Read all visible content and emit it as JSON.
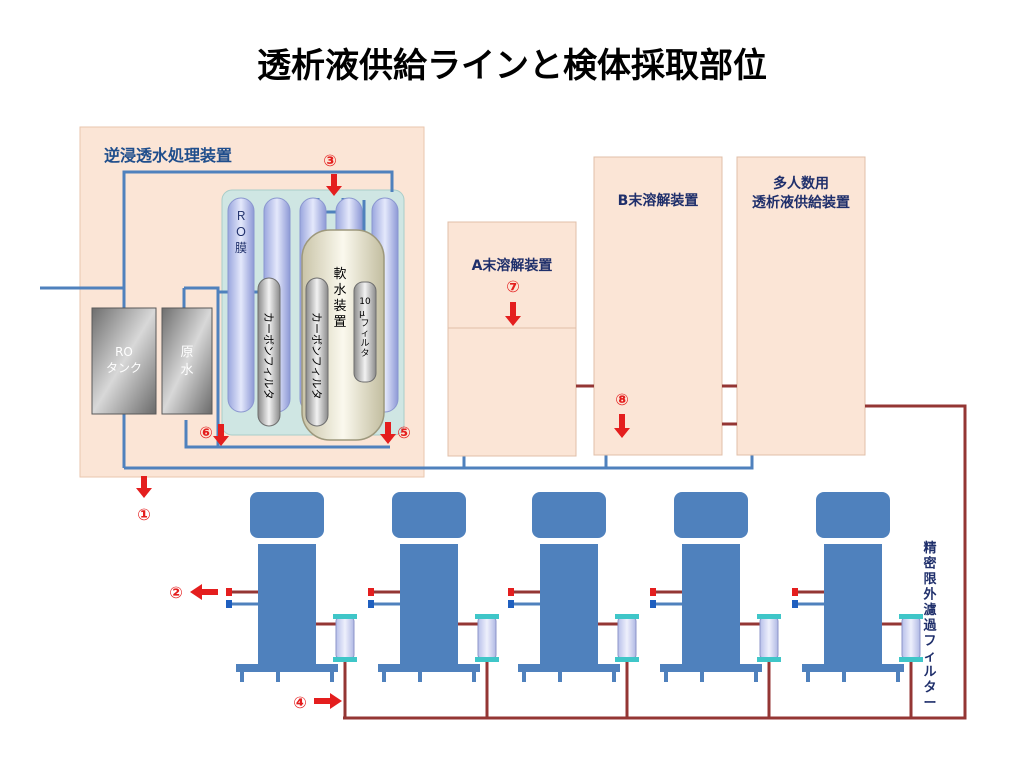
{
  "title": "透析液供給ラインと検体採取部位",
  "ro_unit": {
    "label": "逆浸透水処理装置",
    "ro_tank": [
      "RO",
      "タンク"
    ],
    "raw_water": [
      "原",
      "水"
    ],
    "ro_membrane": [
      "Ｒ",
      "Ｏ",
      "膜"
    ],
    "carbon_filter_1": "カーボンフィルタ",
    "softener": [
      "軟",
      "水",
      "装",
      "置"
    ],
    "carbon_filter_2": "カーボンフィルタ",
    "filter_10": [
      "10",
      "μ",
      "フ",
      "ィ",
      "ル",
      "タ"
    ]
  },
  "a_dissolver": "A末溶解装置",
  "b_dissolver": "B末溶解装置",
  "supply_unit": [
    "多人数用",
    "透析液供給装置"
  ],
  "precision_filter_label": [
    "精",
    "密",
    "限",
    "外",
    "濾",
    "過",
    "フ",
    "ィ",
    "ル",
    "タ",
    "ー"
  ],
  "sampling_points": [
    "①",
    "②",
    "③",
    "④",
    "⑤",
    "⑥",
    "⑦",
    "⑧"
  ],
  "colors": {
    "box_fill": "#fbe5d6",
    "pipe_blue": "#4f81bd",
    "pipe_red": "#943634",
    "arrow_red": "#e41e1e",
    "console_blue": "#4f81bd"
  }
}
